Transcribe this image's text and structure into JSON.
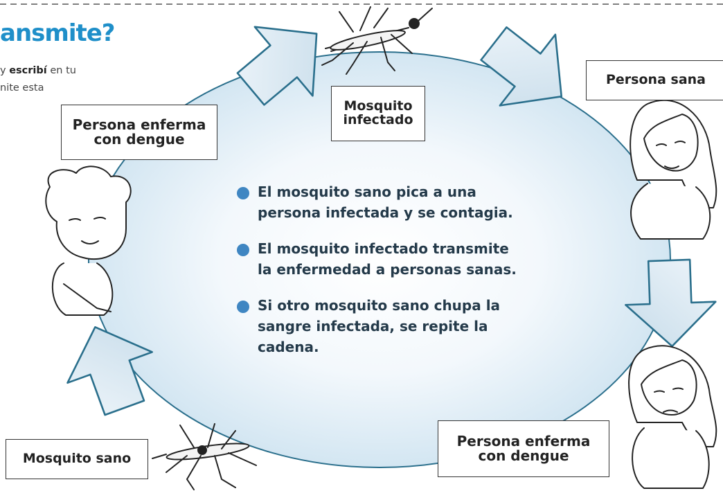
{
  "heading": "ansmite?",
  "instructions": {
    "line1_pre": "y ",
    "line1_bold": "escribí",
    "line1_post": " en tu",
    "line2": "nite esta"
  },
  "labels": {
    "enfermo_left": [
      "Persona enferma",
      "con dengue"
    ],
    "mosquito_infectado": [
      "Mosquito",
      "infectado"
    ],
    "persona_sana": "Persona sana",
    "enfermo_right": [
      "Persona enferma",
      "con dengue"
    ],
    "mosquito_sano": "Mosquito sano"
  },
  "bullets": [
    [
      "El mosquito sano pica a una",
      "persona infectada y se contagia."
    ],
    [
      "El mosquito infectado transmite",
      "la enfermedad a personas sanas."
    ],
    [
      "Si otro mosquito sano chupa la",
      "sangre infectada, se repite la",
      "cadena."
    ]
  ],
  "colors": {
    "accent": "#1f8fc9",
    "ring": "#2a6f8c",
    "arrow_fill": "#dceaf4",
    "bullet_dot": "#3f86c2"
  }
}
